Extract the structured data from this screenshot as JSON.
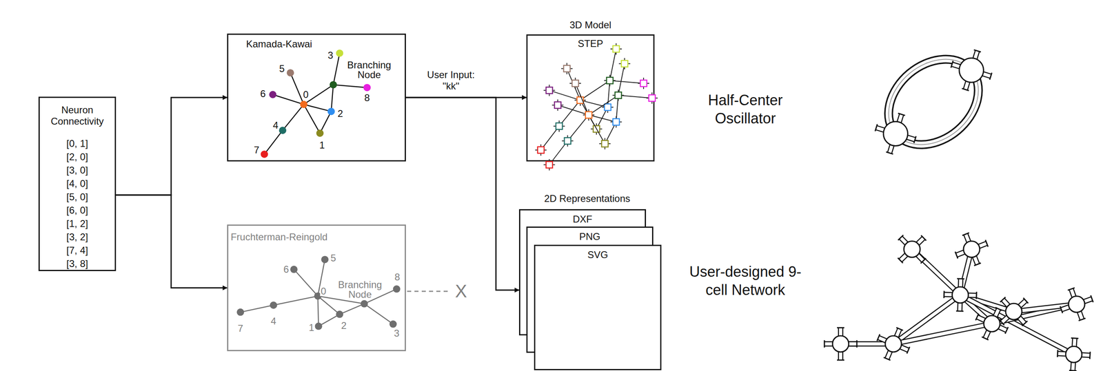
{
  "diagram": {
    "nodes": [
      {
        "text": [
          "Neuron Connectivity",
          "[0, 1]",
          "[2, 0]",
          "[3, 0]",
          "[4, 0]",
          "[5, 0]",
          "[6, 0]",
          "[1, 2]",
          "[3, 2]",
          "[7, 4]",
          "[3, 8]"
        ]
      },
      {
        "text": [
          "Kamada-Kawai",
          "Branching Node",
          "3",
          "5",
          "6",
          "0",
          "8",
          "2",
          "4",
          "1",
          "7"
        ]
      },
      {
        "text": [
          "Fruchterman-Reingold",
          "5",
          "6",
          "Branching Node",
          "8",
          "0",
          "7",
          "4",
          "1",
          "2",
          "3"
        ]
      },
      {
        "text": [
          "3D Model",
          "STEP"
        ]
      },
      {
        "text": [
          "DXF"
        ]
      },
      {
        "text": [
          "PNG"
        ]
      },
      {
        "text": [
          "SVG"
        ]
      }
    ],
    "edges": [
      {
        "from": 0,
        "to": 1,
        "arrow": "to"
      },
      {
        "from": 0,
        "to": 2,
        "arrow": "to"
      },
      {
        "from": 1,
        "to": 3,
        "arrow": "to",
        "label": "User Input: \"kk\""
      },
      {
        "from": 1,
        "to": 4,
        "arrow": "to"
      }
    ],
    "labels": [
      "2D Representations",
      "X",
      "Half-Center Oscillator",
      "User-designed 9-cell Network"
    ]
  }
}
